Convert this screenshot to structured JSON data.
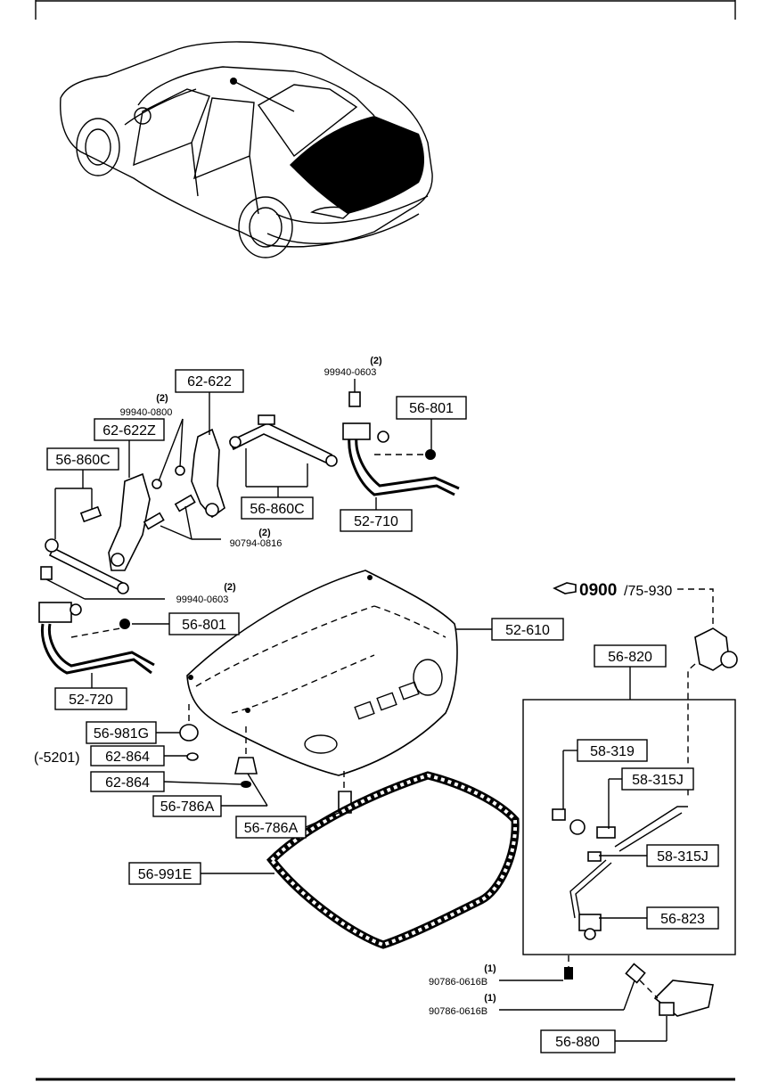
{
  "callouts": {
    "p62_622": "62-622",
    "p62_622z": "62-622Z",
    "p56_860c_left": "56-860C",
    "p56_860c_right": "56-860C",
    "p56_801_top": "56-801",
    "p56_801_mid": "56-801",
    "p52_710": "52-710",
    "p52_720": "52-720",
    "p52_610": "52-610",
    "p56_820": "56-820",
    "p58_319": "58-319",
    "p58_315j_a": "58-315J",
    "p58_315j_b": "58-315J",
    "p56_823": "56-823",
    "p56_981g": "56-981G",
    "p62_864_a": "62-864",
    "p62_864_b": "62-864",
    "p56_786a_a": "56-786A",
    "p56_786a_b": "56-786A",
    "p56_991e": "56-991E",
    "p56_880": "56-880"
  },
  "fasteners": {
    "f99940_0603_top": {
      "qty": "(2)",
      "code": "99940-0603"
    },
    "f99940_0800": {
      "qty": "(2)",
      "code": "99940-0800"
    },
    "f90794_0816": {
      "qty": "(2)",
      "code": "90794-0816"
    },
    "f99940_0603_mid": {
      "qty": "(2)",
      "code": "99940-0603"
    },
    "f90786_a": {
      "qty": "(1)",
      "code": "90786-0616B"
    },
    "f90786_b": {
      "qty": "(1)",
      "code": "90786-0616B"
    }
  },
  "reference": {
    "main": "0900",
    "sub": "/75-930"
  },
  "serial_note": "(-5201)"
}
